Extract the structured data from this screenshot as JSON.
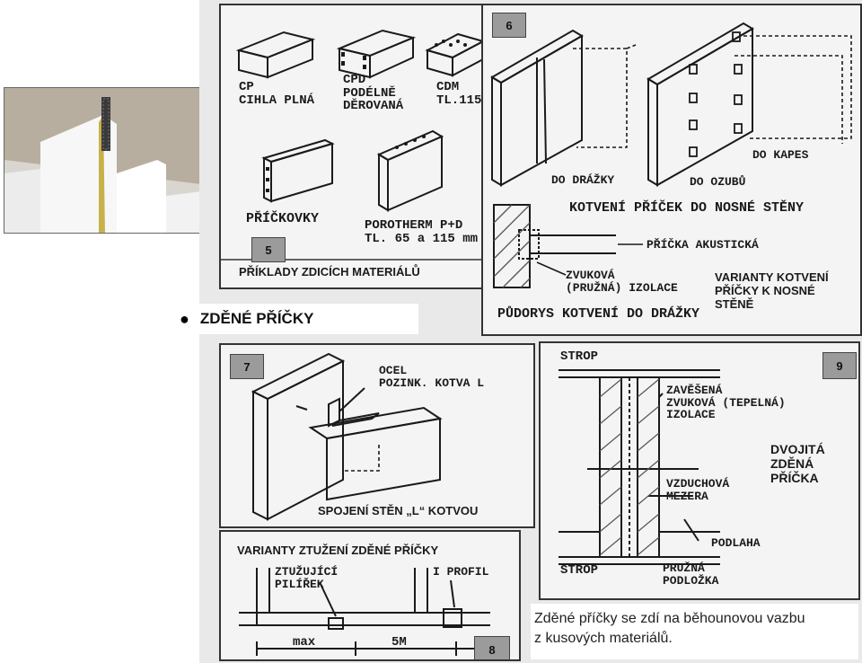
{
  "bullet": {
    "text": "ZDĚNÉ PŘÍČKY"
  },
  "caption": {
    "line1": "Zděné příčky se zdí na běhounovou vazbu",
    "line2": "z kusových materiálů."
  },
  "panel5": {
    "number": "5",
    "title": "PŘÍKLADY ZDICÍCH MATERIÁLŮ",
    "cp": "CP\nCIHLA PLNÁ",
    "cpd": "CPD\nPODÉLNĚ\nDĚROVANÁ",
    "cdm": "CDM\nTL.115",
    "prickovky": "PŘÍČKOVKY",
    "porotherm": "POROTHERM P+D\nTL. 65 a 115 mm"
  },
  "panel6": {
    "number": "6",
    "do_drazky": "DO DRÁŽKY",
    "do_ozubu": "DO OZUBŮ",
    "do_kapes": "DO KAPES",
    "kotveni": "KOTVENÍ PŘÍČEK DO NOSNÉ STĚNY",
    "pricka_akusticka": "PŘÍČKA AKUSTICKÁ",
    "zvukova": "ZVUKOVÁ\n(PRUŽNÁ) IZOLACE",
    "pudorys": "PŮDORYS KOTVENÍ DO DRÁŽKY",
    "varianty": "VARIANTY KOTVENÍ\nPŘÍČKY K NOSNÉ\nSTĚNĚ"
  },
  "panel7": {
    "number": "7",
    "ocel": "OCEL\nPOZINK. KOTVA L",
    "spojeni": "SPOJENÍ STĚN „L“ KOTVOU"
  },
  "panel8": {
    "number": "8",
    "title": "VARIANTY ZTUŽENÍ ZDĚNÉ PŘÍČKY",
    "ztuzujici": "ZTUŽUJÍCÍ\nPILÍŘEK",
    "iprofil": "I PROFIL",
    "max": "max",
    "five_m": "5M"
  },
  "panel9": {
    "number": "9",
    "strop_top": "STROP",
    "zavesena": "ZAVĚŠENÁ\nZVUKOVÁ (TEPELNÁ)\nIZOLACE",
    "dvojita": "DVOJITÁ\nZDĚNÁ\nPŘÍČKA",
    "vzduchova": "VZDUCHOVÁ\nMEZERA",
    "podlaha": "PODLAHA",
    "strop_bottom": "STROP",
    "pruzna": "PRUŽNÁ\nPODLOŽKA"
  },
  "colors": {
    "ink": "#1a1a1a",
    "paper": "#f4f4f4",
    "label_box": "#9b9b9b",
    "hatch": "#555555"
  }
}
